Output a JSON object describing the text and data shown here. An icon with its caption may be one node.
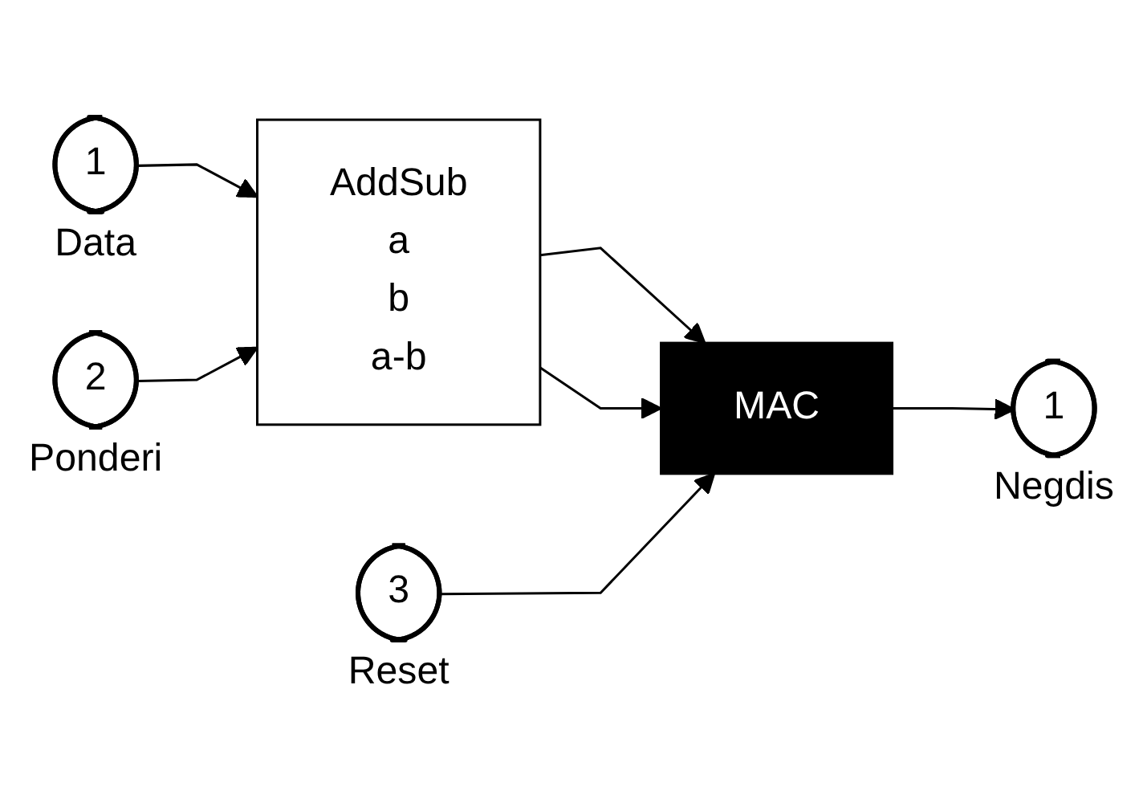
{
  "diagram": {
    "nodes": [
      {
        "text": [
          "1"
        ],
        "beside": [
          "Data"
        ]
      },
      {
        "text": [
          "2"
        ],
        "beside": [
          "Ponderi"
        ]
      },
      {
        "text": [
          "AddSub",
          "a",
          "b",
          "a-b"
        ]
      },
      {
        "text": [
          "3"
        ],
        "beside": [
          "Reset"
        ]
      },
      {
        "text": [
          "MAC"
        ]
      },
      {
        "text": [
          "1"
        ],
        "beside": [
          "Negdis"
        ]
      }
    ],
    "edges": [
      {
        "from": 0,
        "to": 2,
        "arrow": "to"
      },
      {
        "from": 1,
        "to": 2,
        "arrow": "to"
      },
      {
        "from": 2,
        "to": 4,
        "arrow": "to"
      },
      {
        "from": 2,
        "to": 4,
        "arrow": "to"
      },
      {
        "from": 3,
        "to": 4,
        "arrow": "to"
      },
      {
        "from": 4,
        "to": 5,
        "arrow": "to"
      }
    ]
  }
}
